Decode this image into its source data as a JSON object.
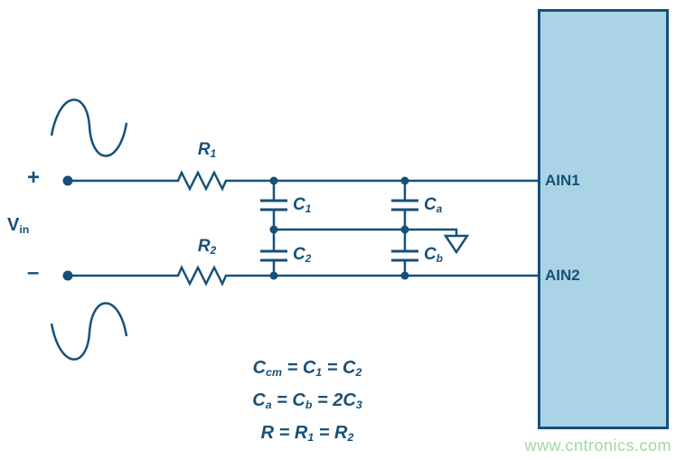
{
  "diagram": {
    "source": {
      "plus": "+",
      "minus": "–",
      "vin_main": "V",
      "vin_sub": "in"
    },
    "components": {
      "r1": {
        "name": "R",
        "sub": "1"
      },
      "r2": {
        "name": "R",
        "sub": "2"
      },
      "c1": {
        "name": "C",
        "sub": "1"
      },
      "c2": {
        "name": "C",
        "sub": "2"
      },
      "ca": {
        "name": "C",
        "sub": "a"
      },
      "cb": {
        "name": "C",
        "sub": "b"
      }
    },
    "adc": {
      "ain1": "AIN1",
      "ain2": "AIN2"
    },
    "equations": {
      "line1": {
        "t1": "C",
        "s1": "cm",
        "t2": " = ",
        "t3": "C",
        "s3": "1",
        "t4": " = ",
        "t5": "C",
        "s5": "2"
      },
      "line2": {
        "t1": "C",
        "s1": "a",
        "t2": " = ",
        "t3": "C",
        "s3": "b",
        "t4": " = ",
        "t5": "2C",
        "s5": "3"
      },
      "line3": {
        "t1": "R",
        "s1": "",
        "t2": " = ",
        "t3": "R",
        "s3": "1",
        "t4": " = ",
        "t5": "R",
        "s5": "2"
      }
    },
    "watermark": "www.cntronics.com",
    "colors": {
      "line": "#17507a",
      "adc_fill": "#aad4e6",
      "watermark_green": "#a2d7a2",
      "background": "#ffffff"
    }
  }
}
